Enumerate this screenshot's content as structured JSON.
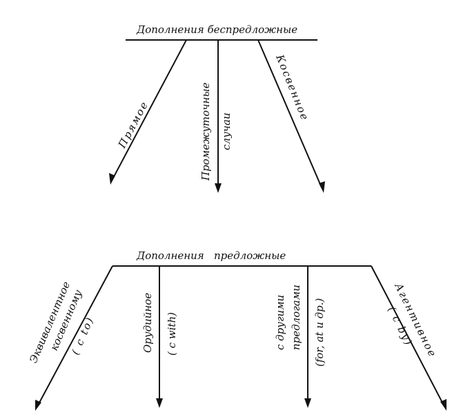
{
  "top": {
    "title": "Дополнения беспредложные",
    "branches": {
      "direct": "Прямое",
      "intermediate_1": "Промежуточные",
      "intermediate_2": "случаи",
      "indirect": "Косвенное"
    }
  },
  "bottom": {
    "title": "Дополнения   предложные",
    "branches": {
      "equivalent_1": "Эквивалентное",
      "equivalent_2": "косвенному",
      "equivalent_3": "( c to)",
      "instrumental_1": "Орудийное",
      "instrumental_2": "( c with)",
      "other_1": "с другими",
      "other_2": "предлогами",
      "other_3": "(for, at и др.)",
      "agentive_1": "Агентивное",
      "agentive_2": "( c by)"
    }
  }
}
